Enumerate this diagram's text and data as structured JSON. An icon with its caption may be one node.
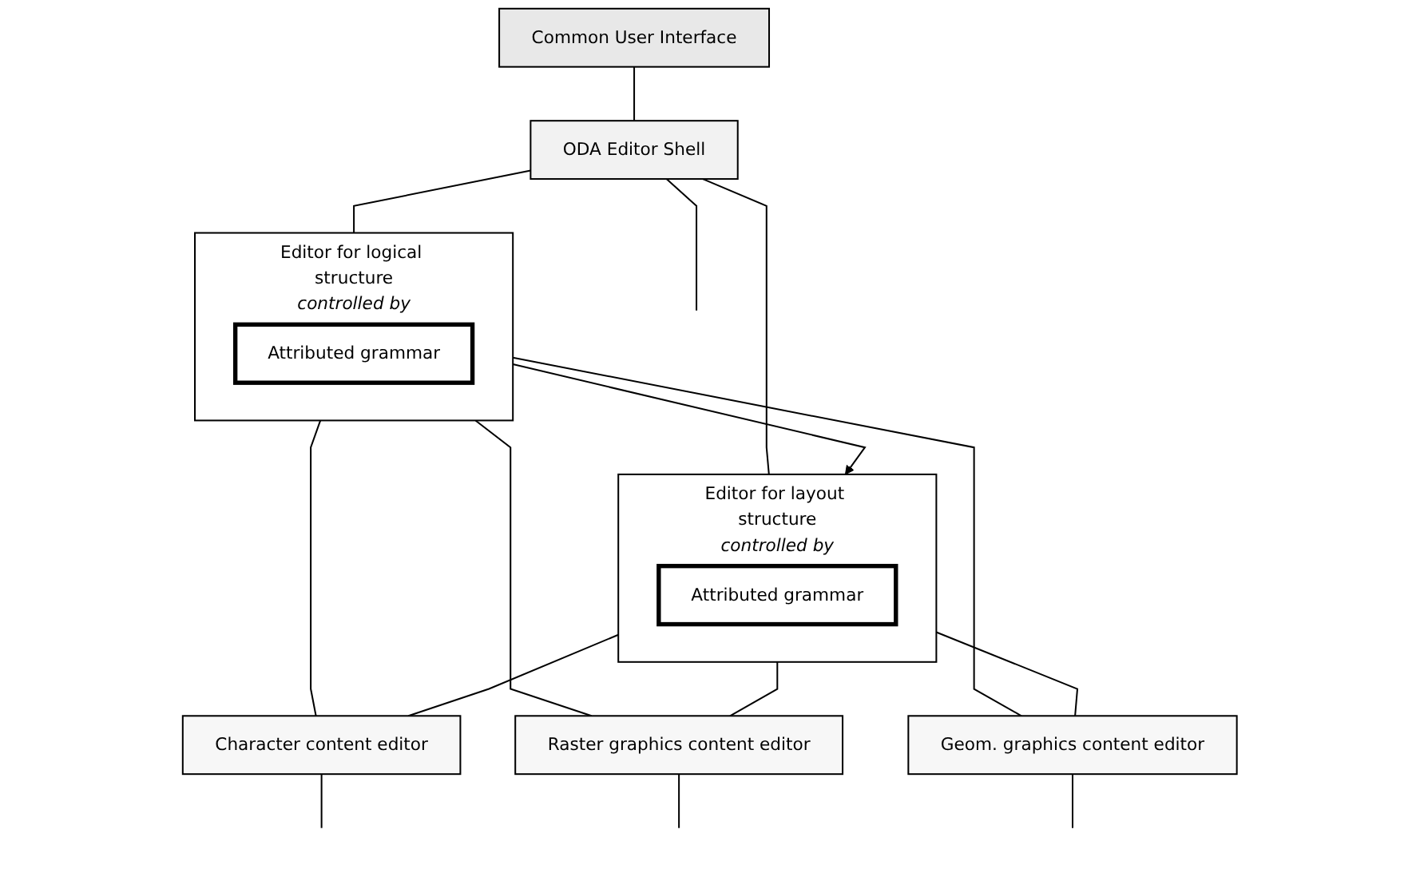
{
  "diagram": {
    "nodes": [
      {
        "text": [
          "Common User Interface"
        ]
      },
      {
        "text": [
          "ODA Editor Shell"
        ]
      },
      {
        "text": [
          "Editor for logical structure",
          "controlled by"
        ]
      },
      {
        "text": [
          "Attributed grammar"
        ],
        "in": 2
      },
      {
        "text": [
          "Editor for layout structure",
          "controlled by"
        ]
      },
      {
        "text": [
          "Attributed grammar"
        ],
        "in": 4
      },
      {
        "text": [
          "Character content editor"
        ]
      },
      {
        "text": [
          "Raster graphics content editor"
        ]
      },
      {
        "text": [
          "Geom. graphics content editor"
        ]
      }
    ],
    "edges": [
      {
        "from": 0,
        "to": 1,
        "arrow": "none"
      },
      {
        "from": 1,
        "to": 2,
        "arrow": "none"
      },
      {
        "from": 1,
        "to": 4,
        "arrow": "none"
      },
      {
        "from": 2,
        "to": 4,
        "arrow": "to"
      },
      {
        "from": 2,
        "to": 6,
        "arrow": "none"
      },
      {
        "from": 2,
        "to": 7,
        "arrow": "none"
      },
      {
        "from": 2,
        "to": 8,
        "arrow": "none"
      },
      {
        "from": 4,
        "to": 6,
        "arrow": "none"
      },
      {
        "from": 4,
        "to": 7,
        "arrow": "none"
      },
      {
        "from": 4,
        "to": 8,
        "arrow": "none"
      },
      {
        "from": 1,
        "to": null,
        "arrow": "none"
      },
      {
        "from": 6,
        "to": null,
        "arrow": "none"
      },
      {
        "from": 7,
        "to": null,
        "arrow": "none"
      },
      {
        "from": 8,
        "to": null,
        "arrow": "none"
      }
    ]
  }
}
